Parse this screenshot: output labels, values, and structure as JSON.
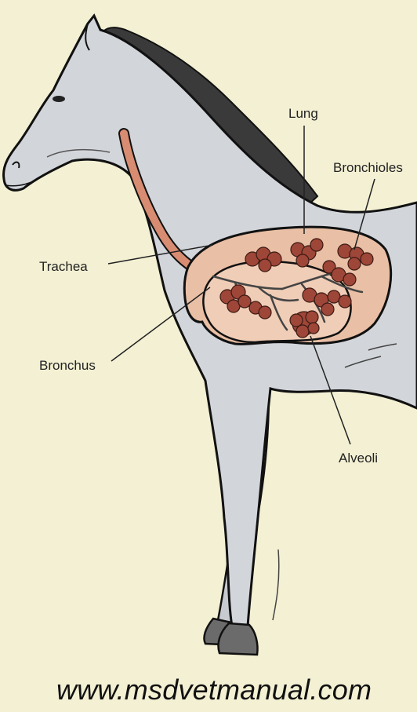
{
  "diagram": {
    "labels": {
      "lung": "Lung",
      "bronchioles": "Bronchioles",
      "trachea": "Trachea",
      "bronchus": "Bronchus",
      "alveoli": "Alveoli"
    },
    "source_url": "www.msdvetmanual.com"
  },
  "colors": {
    "background": "#f3f0d3",
    "horse_body": "#d2d5da",
    "mane": "#3a3a3a",
    "lung_fill": "#e9bfa5",
    "trachea_fill": "#d88c72",
    "alveoli": "#9e4638",
    "hoof": "#6b6b6b"
  }
}
